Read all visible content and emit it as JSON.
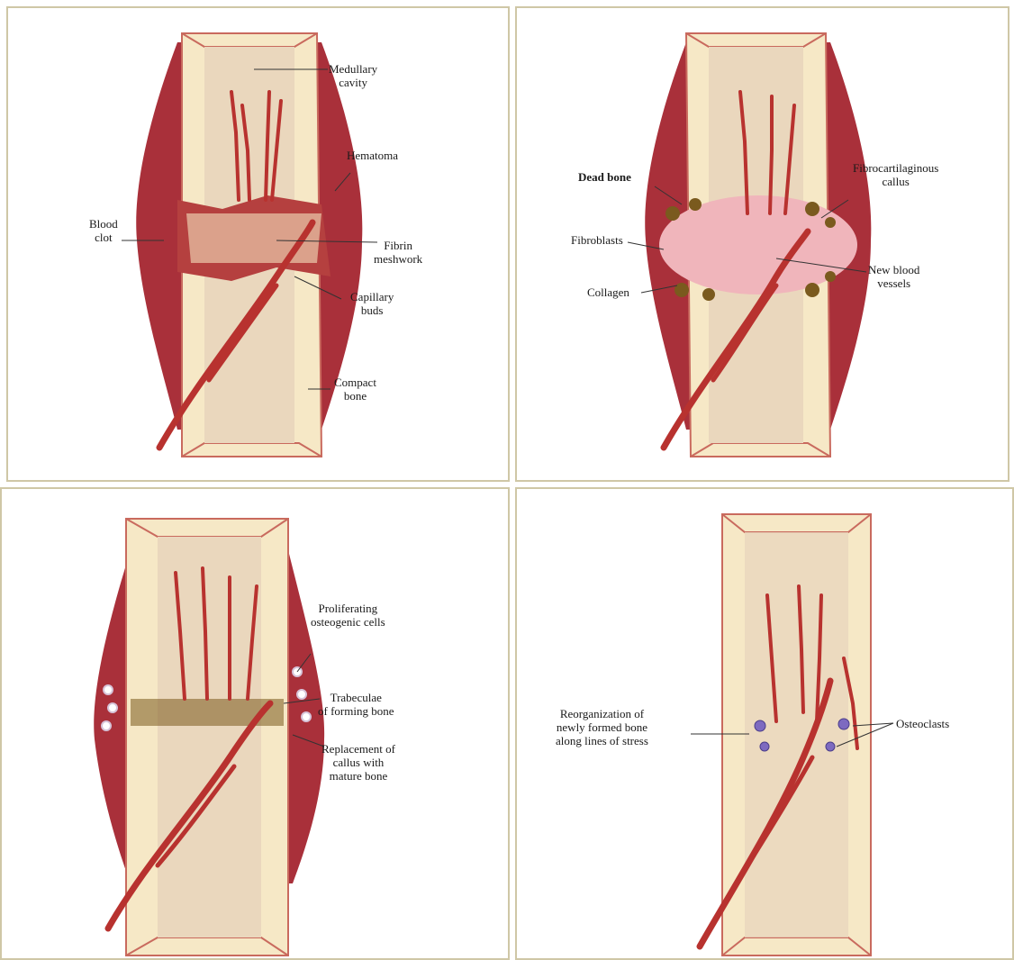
{
  "colors": {
    "bone_outer": "#f6e8c6",
    "bone_marrow": "#ead7bd",
    "hematoma": "#a9303a",
    "vessel": "#b8322f",
    "callus_pink": "#f0b5bb",
    "frame": "#cfc7a6"
  },
  "panels": [
    {
      "labels": {
        "medullary_cavity": "Medullary\ncavity",
        "hematoma": "Hematoma",
        "blood_clot": "Blood\nclot",
        "fibrin_meshwork": "Fibrin\nmeshwork",
        "capillary_buds": "Capillary\nbuds",
        "compact_bone": "Compact\nbone"
      }
    },
    {
      "labels": {
        "dead_bone": "Dead bone",
        "fibrocartilaginous_callus": "Fibrocartilaginous\ncallus",
        "fibroblasts": "Fibroblasts",
        "new_blood_vessels": "New blood\nvessels",
        "collagen": "Collagen"
      }
    },
    {
      "labels": {
        "proliferating_osteogenic_cells": "Proliferating\nosteogenic cells",
        "trabeculae": "Trabeculae\nof forming bone",
        "replacement_callus": "Replacement of\ncallus with\nmature bone"
      }
    },
    {
      "labels": {
        "reorganization": "Reorganization of\nnewly formed bone\nalong lines of stress",
        "osteoclasts": "Osteoclasts"
      }
    }
  ]
}
